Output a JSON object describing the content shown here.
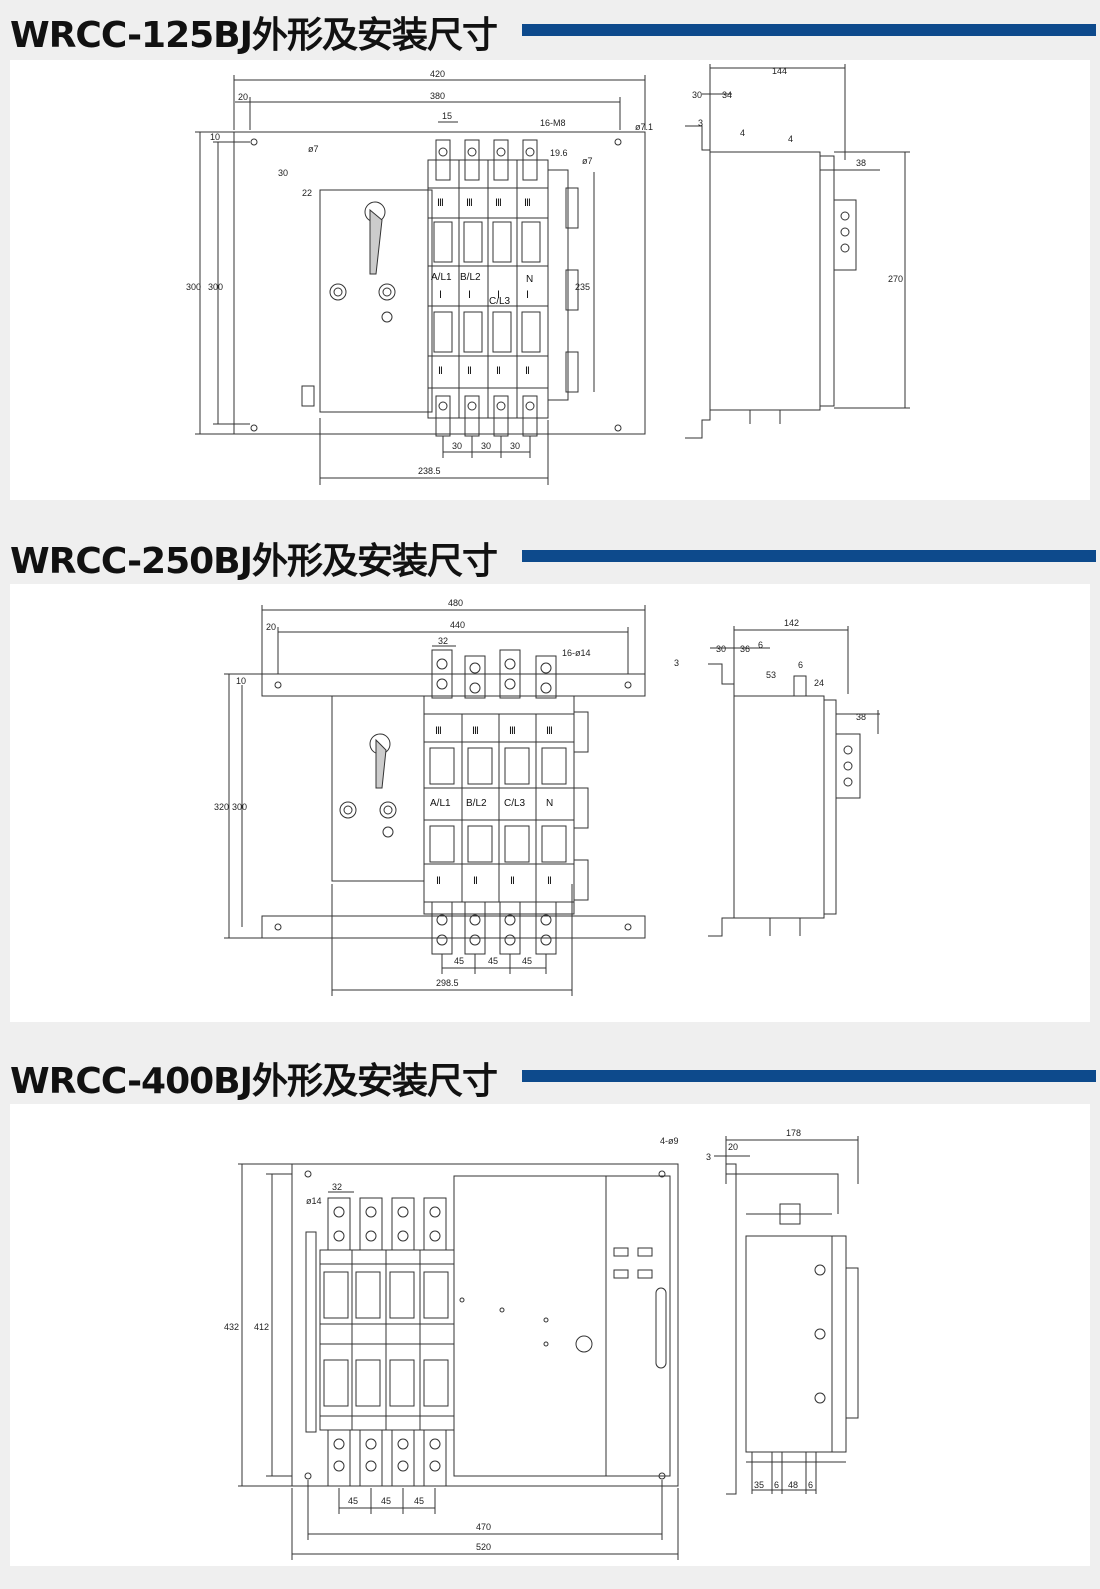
{
  "sections": [
    {
      "title": "WRCC-125BJ外形及安装尺寸",
      "front_dims": {
        "overall_width": "420",
        "mount_width": "380",
        "offset_left": "20",
        "pole_pitch": "15",
        "terminal_note": "16-M8",
        "hole_note": "ø7.1",
        "top_offset": "10",
        "small_hole": "ø7",
        "v_offset": "30",
        "h_offset": "22",
        "height_outer": "300",
        "height_inner": "300",
        "term_offset": "19.6",
        "side_hole": "ø7",
        "side_height": "235",
        "bottom_pitch_1": "30",
        "bottom_pitch_2": "30",
        "bottom_pitch_3": "30",
        "bottom_width": "238.5"
      },
      "side_dims": {
        "depth": "144",
        "d1": "30",
        "d2": "34",
        "d3": "3",
        "d4": "4",
        "d5": "4",
        "d6": "38",
        "height": "270"
      },
      "pole_labels": [
        "A/L1",
        "B/L2",
        "C/L3",
        "N"
      ],
      "state_labels": [
        "Ⅰ",
        "Ⅱ",
        "Ⅲ"
      ]
    },
    {
      "title": "WRCC-250BJ外形及安装尺寸",
      "front_dims": {
        "overall_width": "480",
        "mount_width": "440",
        "offset_left": "20",
        "pole_pitch": "32",
        "terminal_note": "16-ø14",
        "top_offset": "10",
        "height_outer": "320",
        "height_inner": "300",
        "bottom_pitch_1": "45",
        "bottom_pitch_2": "45",
        "bottom_pitch_3": "45",
        "bottom_width": "298.5"
      },
      "side_dims": {
        "depth": "142",
        "d1": "30",
        "d2": "36",
        "d3": "6",
        "d4": "3",
        "d5": "53",
        "d6": "6",
        "d7": "24",
        "d8": "38"
      },
      "pole_labels": [
        "A/L1",
        "B/L2",
        "C/L3",
        "N"
      ],
      "state_labels": [
        "Ⅰ",
        "Ⅱ",
        "Ⅲ"
      ]
    },
    {
      "title": "WRCC-400BJ外形及安装尺寸",
      "front_dims": {
        "pole_pitch": "32",
        "hole": "ø14",
        "corner_hole": "4-ø9",
        "height_outer": "432",
        "height_inner": "412",
        "bottom_pitch_1": "45",
        "bottom_pitch_2": "45",
        "bottom_pitch_3": "45",
        "mount_width": "470",
        "overall_width": "520"
      },
      "side_dims": {
        "depth": "178",
        "d1": "20",
        "d2": "3",
        "b1": "35",
        "b2": "6",
        "b3": "48",
        "b4": "6"
      }
    }
  ]
}
